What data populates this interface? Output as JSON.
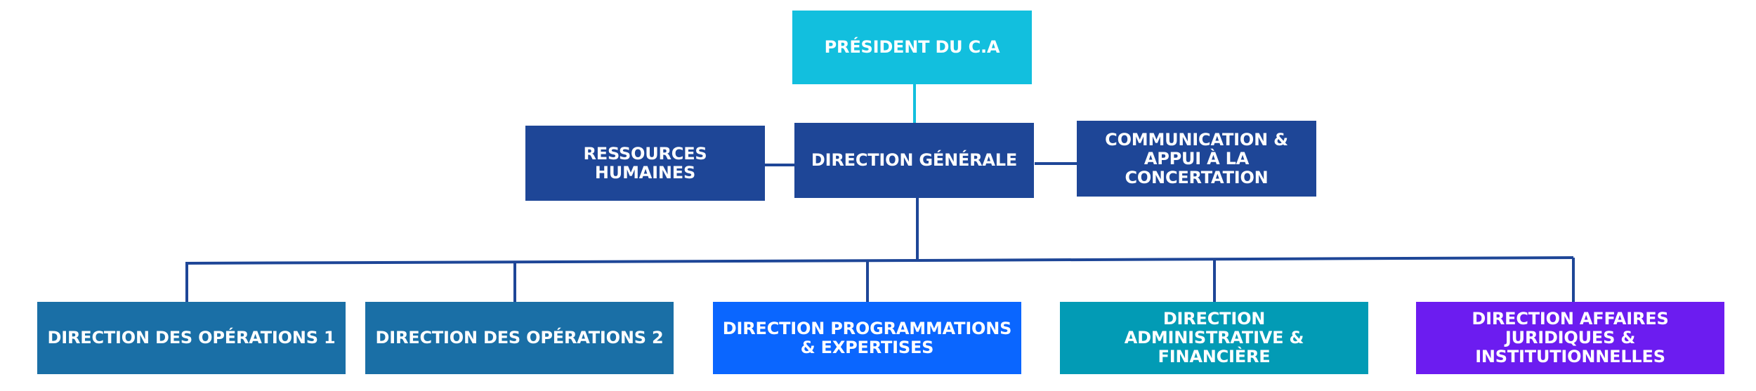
{
  "chart": {
    "president": {
      "label": "PRÉSIDENT DU C.A",
      "color": "#12BFDE"
    },
    "direction_generale": {
      "label": "DIRECTION GÉNÉRALE",
      "color": "#1E4697"
    },
    "ressources_humaines": {
      "label": "RESSOURCES HUMAINES",
      "color": "#1E4697"
    },
    "communication": {
      "label": "COMMUNICATION & APPUI À LA CONCERTATION",
      "color": "#1E4697"
    },
    "divisions": [
      {
        "label": "DIRECTION DES OPÉRATIONS 1",
        "color": "#1A6FA6"
      },
      {
        "label": "DIRECTION DES OPÉRATIONS 2",
        "color": "#1A6FA6"
      },
      {
        "label": "DIRECTION PROGRAMMATIONS & EXPERTISES",
        "color": "#0A66FF"
      },
      {
        "label": "DIRECTION ADMINISTRATIVE & FINANCIÈRE",
        "color": "#029BB5"
      },
      {
        "label": "DIRECTION AFFAIRES JURIDIQUES & INSTITUTIONNELLES",
        "color": "#6C1CF0"
      }
    ],
    "connector_color_top": "#12BFDE",
    "connector_color": "#1E4697"
  }
}
